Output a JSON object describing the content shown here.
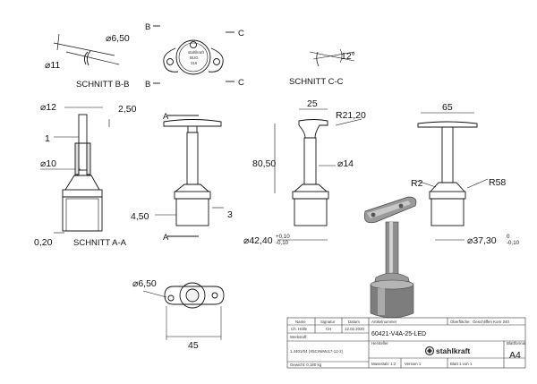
{
  "views": {
    "b": {
      "title": "SCHNITT B-B",
      "dims": {
        "outer_dia": "⌀11",
        "inner_dia": "⌀6,50"
      }
    },
    "top": {
      "marks": {
        "b1": "B",
        "b2": "B",
        "c1": "C",
        "c2": "C"
      },
      "stamp": {
        "line1": "stahlkraft",
        "line2": "BUG",
        "line3": "316"
      }
    },
    "c": {
      "title": "SCHNITT C-C",
      "dims": {
        "angle": "12°"
      }
    },
    "a": {
      "title": "SCHNITT A-A",
      "marks": {
        "a_top": "A",
        "a_bot": "A"
      },
      "dims": {
        "d12": "⌀12",
        "d250": "2,50",
        "d1": "1",
        "d10": "⌀10",
        "d450": "4,50",
        "d3": "3",
        "d020": "0,20"
      }
    },
    "side": {
      "dims": {
        "w25": "25",
        "r2120": "R21,20",
        "h8050": "80,50",
        "d14": "⌀14",
        "d4240": "⌀42,40",
        "tol_upper": "+0,10",
        "tol_lower": "-0,10"
      }
    },
    "front": {
      "dims": {
        "w65": "65",
        "r2": "R2",
        "r58": "R58",
        "d3730": "⌀37,30",
        "tol_upper": "0",
        "tol_lower": "-0,10"
      }
    },
    "bottom": {
      "dims": {
        "d650": "⌀6,50",
        "w45": "45"
      }
    }
  },
  "title_block": {
    "headers": {
      "name": "Name",
      "signature": "Signatur",
      "date": "Datum",
      "article": "Artikelnummer",
      "surface": "Oberfläche:",
      "surface_value": "Geschliffen Korn 240"
    },
    "row": {
      "name": "Ch. Hölle",
      "signature": "CH",
      "date": "12.02.2020"
    },
    "article_number": "60421-V4A-25-LED",
    "material_label": "Werkstoff:",
    "material_value": "1.4401/04 (X5CrNiMo17-12-2)",
    "manufacturer_label": "Hersteller",
    "brand": "stahlkraft",
    "format_label": "Blattformat",
    "format_value": "A4",
    "weight": "Gewicht: 0,180 kg",
    "scale": "Massstab: 1:2",
    "version": "Version 1",
    "sheet": "Blatt 1 von 1"
  }
}
